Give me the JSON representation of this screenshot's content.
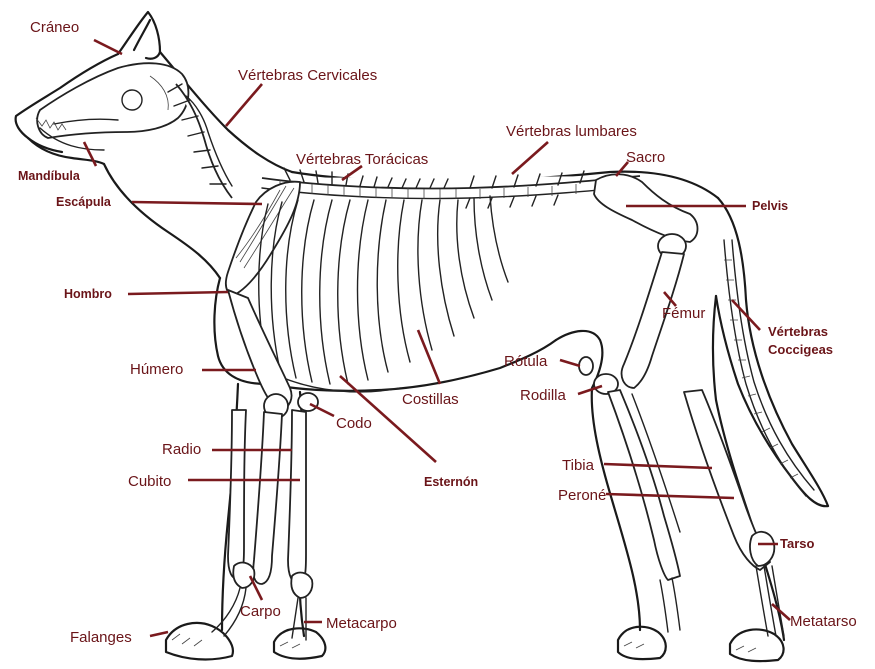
{
  "labels": {
    "craneo": "Cráneo",
    "vertebras_cervicales": "Vértebras Cervicales",
    "vertebras_lumbares": "Vértebras lumbares",
    "vertebras_toracicas": "Vértebras Torácicas",
    "sacro": "Sacro",
    "mandibula": "Mandíbula",
    "escapula": "Escápula",
    "pelvis": "Pelvis",
    "hombro": "Hombro",
    "femur": "Fémur",
    "vertebras_coccigeas_1": "Vértebras",
    "vertebras_coccigeas_2": "Coccigeas",
    "humero": "Húmero",
    "rotula": "Rótula",
    "rodilla": "Rodilla",
    "costillas": "Costillas",
    "codo": "Codo",
    "radio": "Radio",
    "cubito": "Cubito",
    "esternon": "Esternón",
    "tibia": "Tibia",
    "perone": "Peroné",
    "tarso": "Tarso",
    "carpo": "Carpo",
    "metacarpo": "Metacarpo",
    "metatarso": "Metatarso",
    "falanges": "Falanges"
  },
  "colors": {
    "label": "#6a1418",
    "leader": "#7a1a1e",
    "ink": "#1a1a1a",
    "background": "#ffffff"
  }
}
